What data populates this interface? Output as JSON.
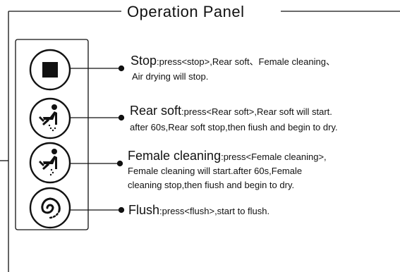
{
  "panel": {
    "title": "Operation  Panel"
  },
  "buttons": [
    {
      "icon": "stop-square-icon",
      "name": "Stop",
      "separator": ":",
      "lines": [
        "press<stop>,Rear soft、Female cleaning、",
        "Air drying will stop."
      ]
    },
    {
      "icon": "rear-soft-person-icon",
      "name": "Rear soft",
      "separator": ":",
      "lines": [
        "press<Rear soft>,Rear soft will start.",
        "after 60s,Rear soft stop,then fiush and begin to dry."
      ]
    },
    {
      "icon": "female-cleaning-person-icon",
      "name": "Female cleaning",
      "separator": ":",
      "lines": [
        "press<Female cleaning>,",
        "Female cleaning will start.after 60s,Female",
        "cleaning stop,then fiush and begin to dry."
      ]
    },
    {
      "icon": "flush-swirl-icon",
      "name": "Flush",
      "separator": ":",
      "lines": [
        "press<flush>,start to flush."
      ]
    }
  ]
}
